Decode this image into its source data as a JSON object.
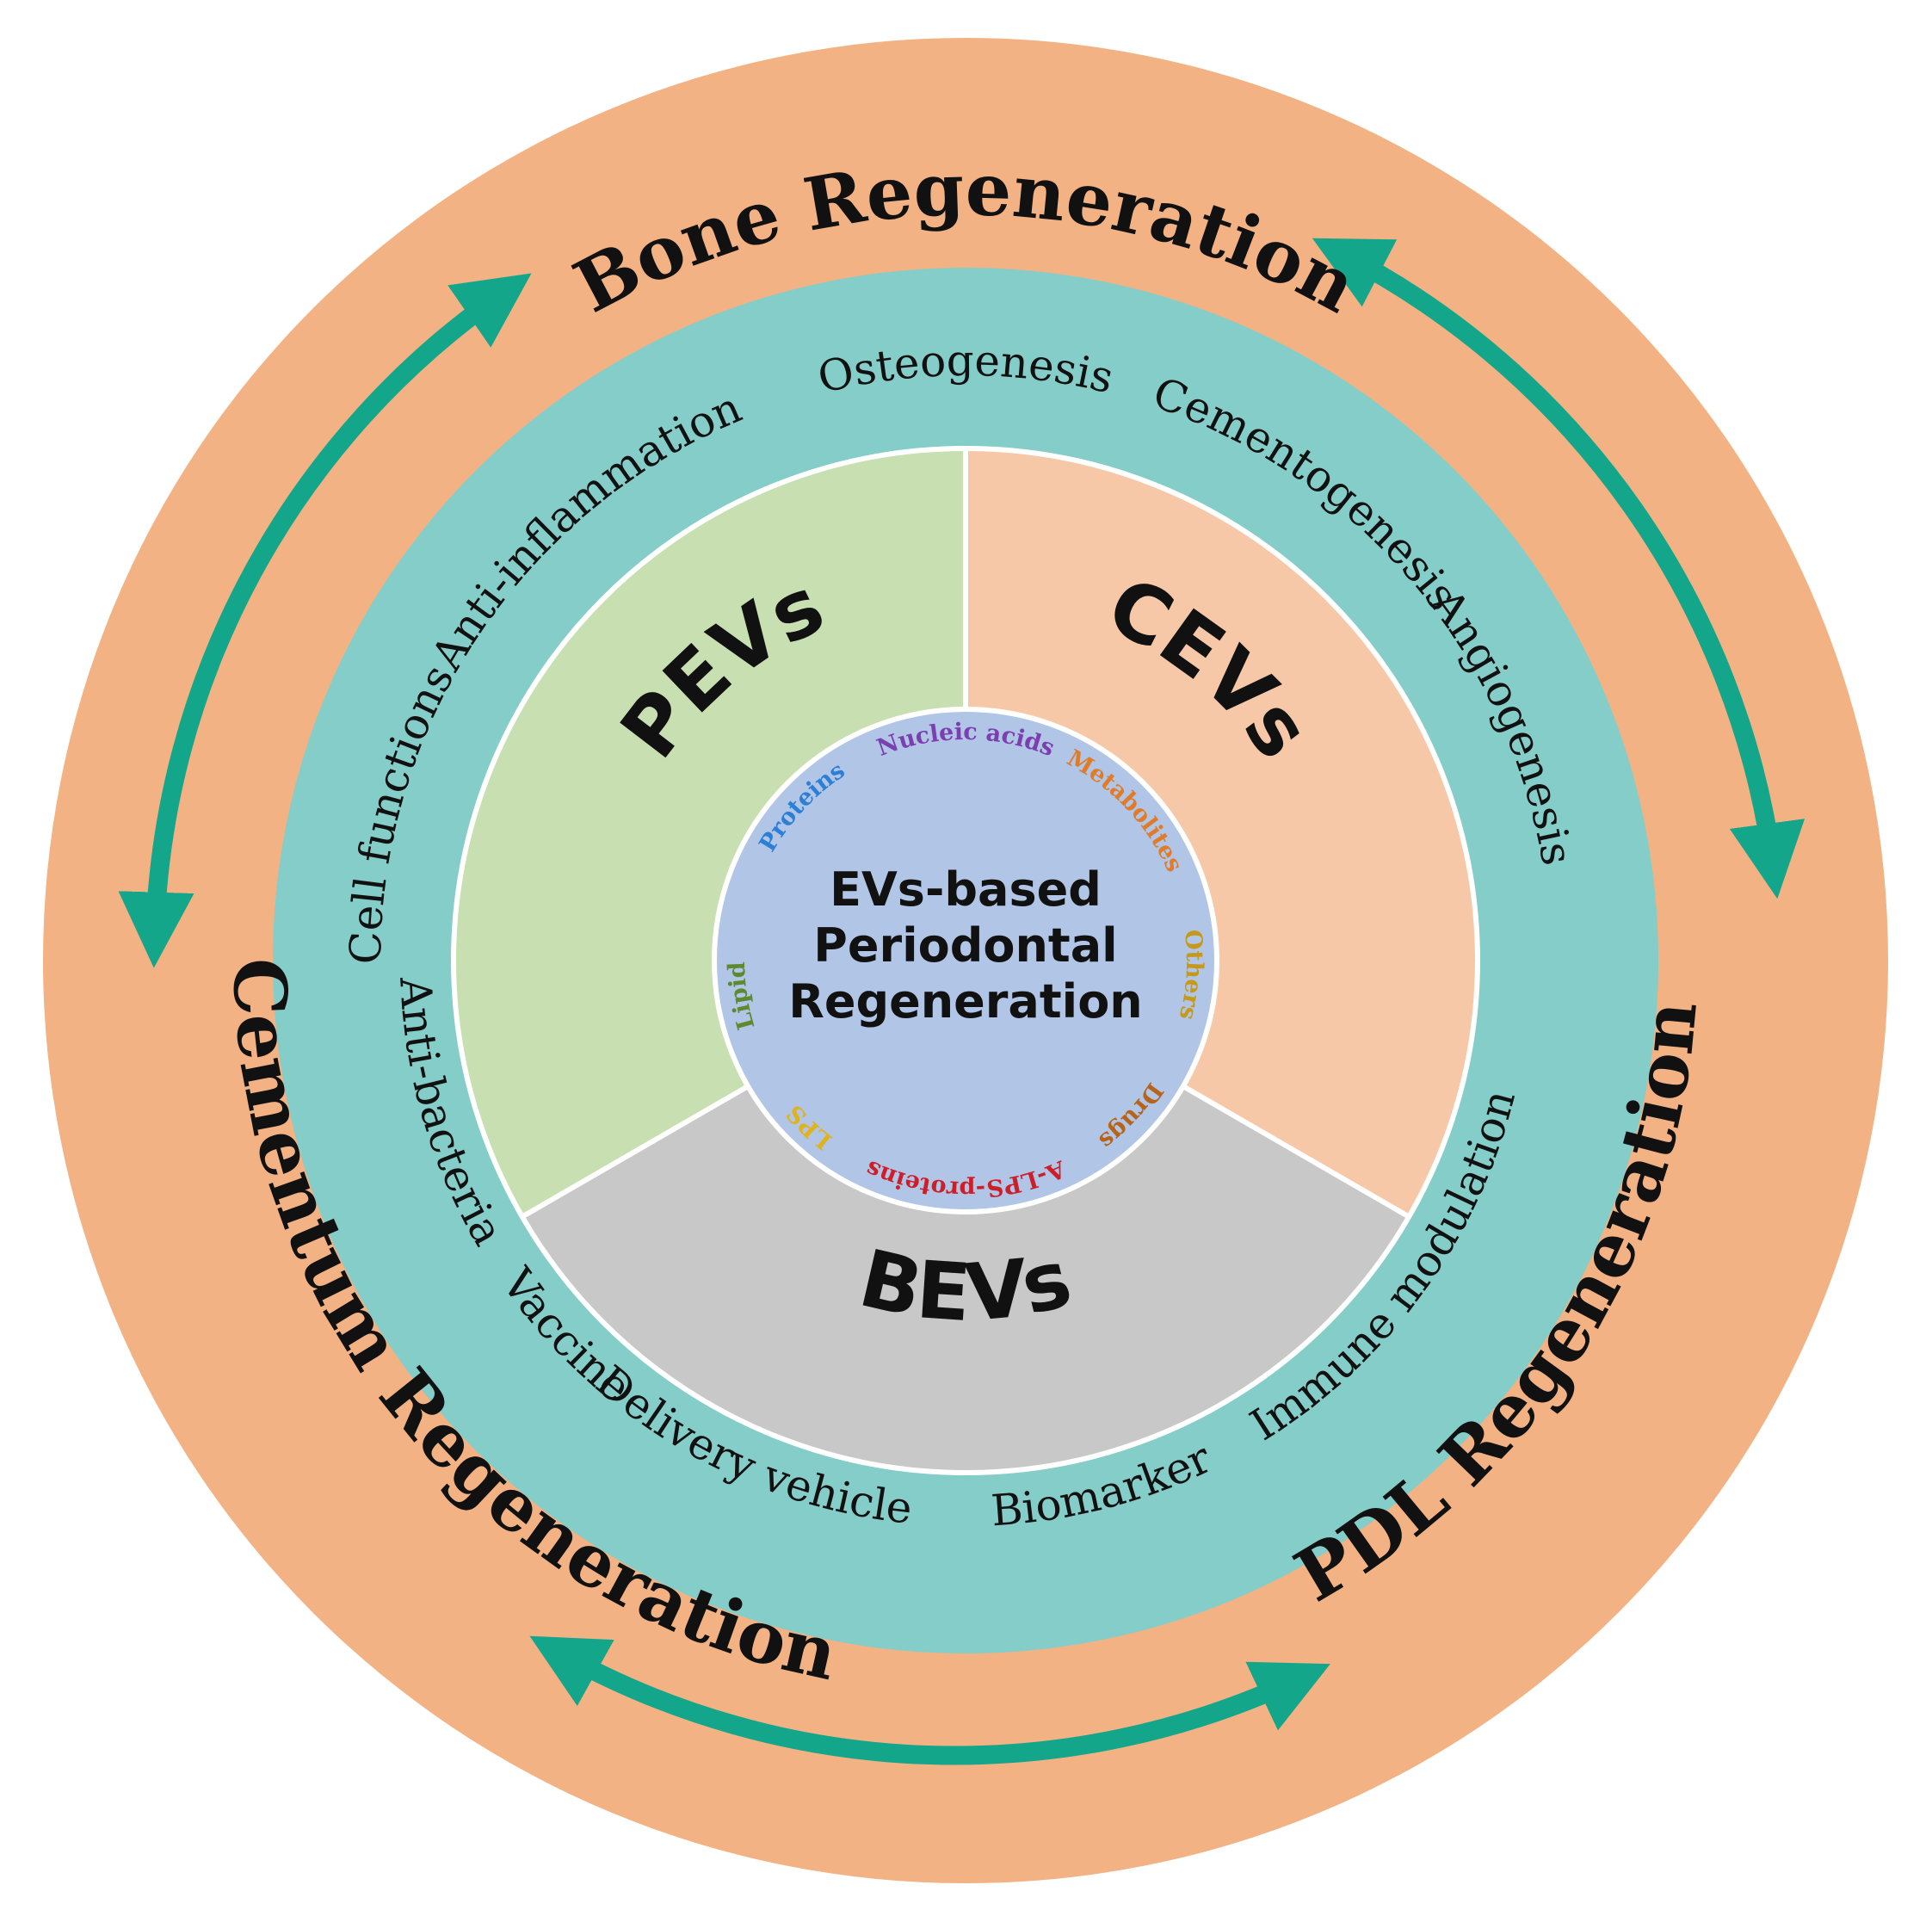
{
  "colors": {
    "outer_ring": "#f2b284",
    "middle_ring": "#85cdc8",
    "segment_pevs": "#c8dfb2",
    "segment_cevs": "#f6c8a8",
    "segment_bevs": "#c8c8c8",
    "center_disc": "#b1c5e6",
    "arrow": "#14a68a",
    "divider": "#ffffff",
    "text": "#111111"
  },
  "outer_ring_labels": {
    "bone": "Bone Regeneration",
    "cementum": "Cementum Regeneration",
    "pdl": "PDL Regeneration"
  },
  "middle_ring_labels": {
    "osteogenesis": "Osteogenesis",
    "cementogenesis": "Cementogenesis",
    "angiogenesis": "Angiogenesis",
    "anti_bacteria": "Anti-bacteria",
    "vaccine": "Vaccine",
    "delivery_vehicle": "Delivery vehicle",
    "biomarker": "Biomarker",
    "immune_modulation": "Immune modulation",
    "cell_functions": "Cell functions",
    "anti_inflammation": "Anti-inflammation"
  },
  "segments": {
    "pevs": "PEVs",
    "cevs": "CEVs",
    "bevs": "BEVs"
  },
  "center": {
    "line1": "EVs-based",
    "line2": "Periodontal",
    "line3": "Regeneration"
  },
  "components": {
    "nucleic_acids": {
      "label": "Nucleic acids",
      "color": "#7b3fb0"
    },
    "metabolites": {
      "label": "Metabolites",
      "color": "#e07b2a"
    },
    "others": {
      "label": "Others",
      "color": "#c59a1a"
    },
    "drugs": {
      "label": "Drugs",
      "color": "#b5641a"
    },
    "a_lps_proteins": {
      "label": "A-LPS-proteins",
      "color": "#cc1f2a"
    },
    "lps": {
      "label": "LPS",
      "color": "#e0b21c"
    },
    "lipids": {
      "label": "Lipids",
      "color": "#5d8a2e"
    },
    "proteins": {
      "label": "Proteins",
      "color": "#2d7fd6"
    }
  }
}
